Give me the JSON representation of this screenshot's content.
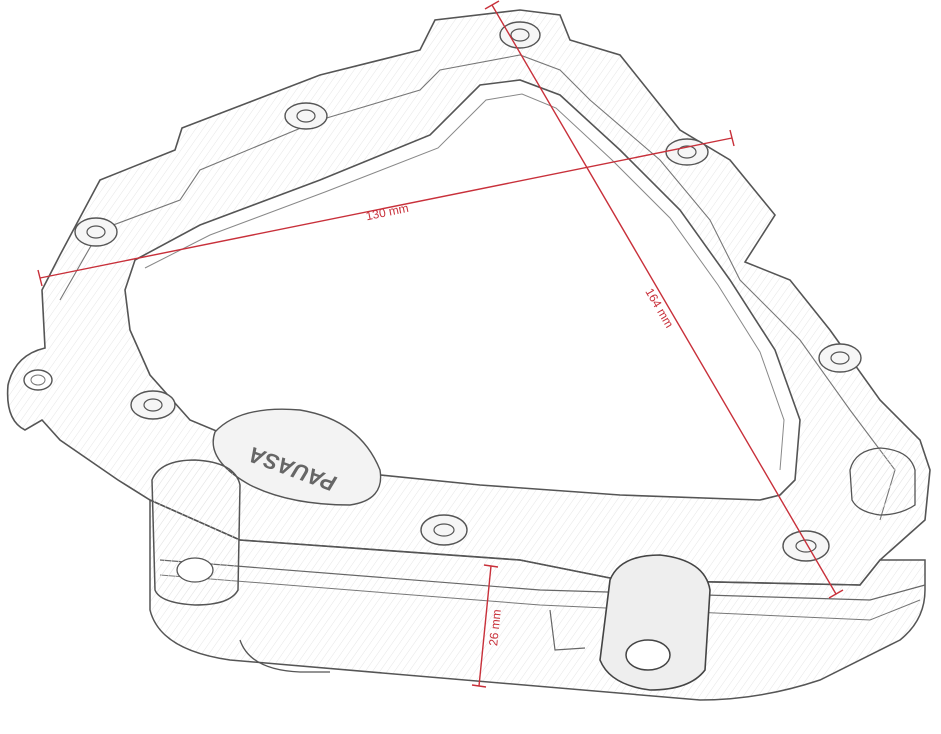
{
  "image": {
    "subject": "machined aluminum plate with dimension callouts",
    "colors": {
      "background": "#ffffff",
      "outline": "#555555",
      "dimension_line": "#c8303a",
      "dimension_text": "#c8303a"
    }
  },
  "dimensions": {
    "width_label": "130 mm",
    "length_label": "164 mm",
    "height_label": "26 mm"
  },
  "logo": {
    "text": "PAUASA"
  }
}
